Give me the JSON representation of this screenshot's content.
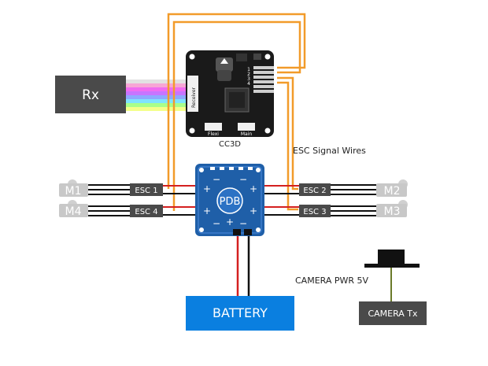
{
  "labels": {
    "rx": "Rx",
    "cc3d": "CC3D",
    "receiver_port": "Receiver",
    "flexi_port": "Flexi",
    "main_port": "Main",
    "esc_signal_wires": "ESC Signal Wires",
    "pdb": "PDB",
    "battery": "BATTERY",
    "camera_pwr": "CAMERA PWR 5V",
    "camera_tx": "CAMERA Tx",
    "pin_1": "1",
    "pin_2": "2",
    "pin_3": "3",
    "pin_4": "4"
  },
  "escs": [
    {
      "label": "ESC 1",
      "motor": "M1"
    },
    {
      "label": "ESC 4",
      "motor": "M4"
    },
    {
      "label": "ESC 2",
      "motor": "M2"
    },
    {
      "label": "ESC 3",
      "motor": "M3"
    }
  ],
  "pdb_labels": {
    "plus": "+",
    "minus": "−"
  },
  "colors": {
    "board_black": "#1a1a1a",
    "rx_box": "#4a4a4a",
    "signal_wire": "#f29b2a",
    "pdb_blue": "#1f5fa8",
    "battery_blue": "#0a7fe0",
    "esc_grey": "#4a4a4a",
    "motor_grey": "#c8c8c8",
    "wire_red": "#d42020",
    "wire_black": "#111111",
    "camera_wire": "#6b7a2a"
  }
}
